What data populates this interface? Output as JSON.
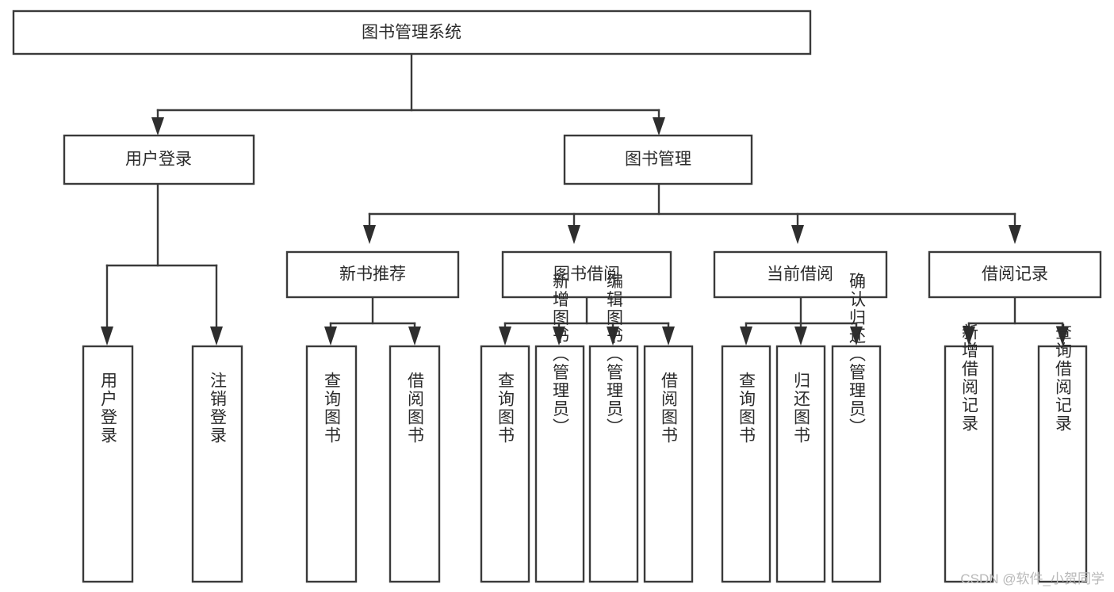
{
  "diagram": {
    "type": "tree-hierarchy-chart",
    "title": "图书管理系统",
    "watermark": "CSDN @软件_小贺同学",
    "colors": {
      "stroke": "#3a3a3a",
      "fill": "#ffffff",
      "text": "#2b2b2b",
      "watermark": "#b9b9b9"
    },
    "levels": {
      "root": {
        "label": "图书管理系统"
      },
      "level2": [
        {
          "label": "用户登录"
        },
        {
          "label": "图书管理"
        }
      ],
      "level3": [
        {
          "label": "新书推荐"
        },
        {
          "label": "图书借阅"
        },
        {
          "label": "当前借阅"
        },
        {
          "label": "借阅记录"
        }
      ],
      "leaves": {
        "user_login": [
          {
            "label": "用户登录"
          },
          {
            "label": "注销登录"
          }
        ],
        "new_book_recommend": [
          {
            "label": "查询图书"
          },
          {
            "label": "借阅图书"
          }
        ],
        "book_borrow": [
          {
            "label": "查询图书"
          },
          {
            "label": "新增图书（管理员）"
          },
          {
            "label": "编辑图书（管理员）"
          },
          {
            "label": "借阅图书"
          }
        ],
        "current_borrow": [
          {
            "label": "查询图书"
          },
          {
            "label": "归还图书"
          },
          {
            "label": "确认归还（管理员）"
          }
        ],
        "borrow_record": [
          {
            "label": "新增借阅记录"
          },
          {
            "label": "查询借阅记录"
          }
        ]
      }
    }
  }
}
